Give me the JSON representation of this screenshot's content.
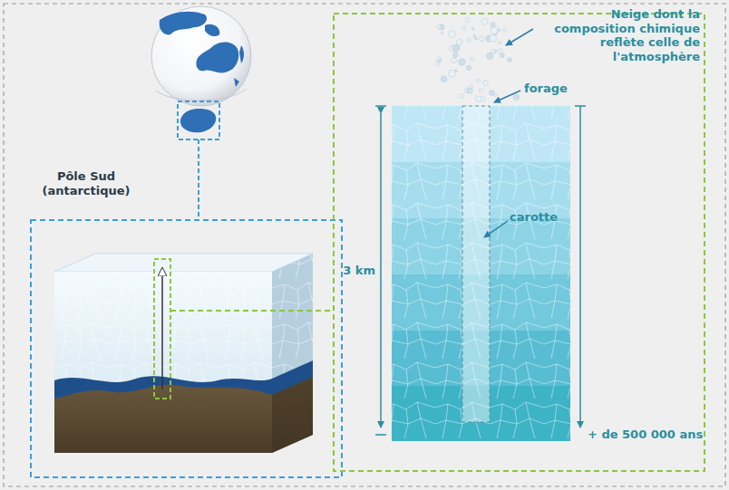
{
  "diagram": {
    "nodes": [
      {
        "text": [
          "Pôle Sud (antarctique)"
        ]
      }
    ],
    "labels": [
      "Neige dont la composition chimique reflète celle de l'atmosphère",
      "forage",
      "carotte",
      "3 km",
      "+ de 500 000 ans"
    ]
  }
}
